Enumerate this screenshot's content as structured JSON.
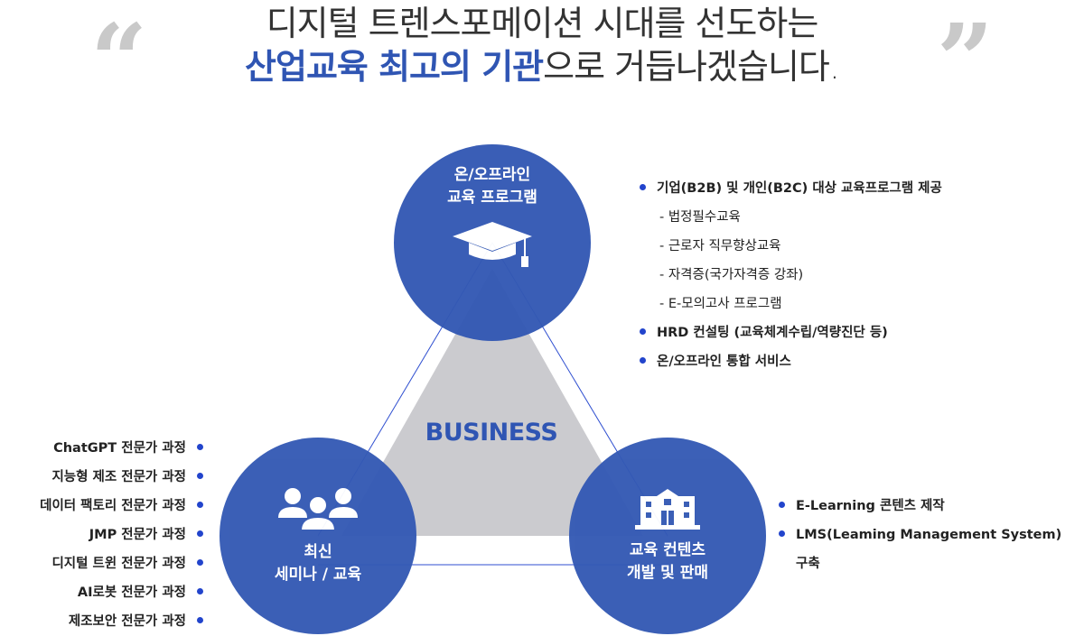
{
  "headline": {
    "line1": "디지털 트렌스포메이션 시대를 선도하는",
    "line2_highlight": "산업교육 최고의 기관",
    "line2_rest": "으로 거듭나겠습니다."
  },
  "quotes": {
    "open": "“",
    "close": "”"
  },
  "diagram": {
    "center_label": "BUSINESS",
    "colors": {
      "circle": "#3459b4",
      "triangle": "#c8c8cc",
      "line": "#2f4fd0",
      "accent_text": "#2f55b3",
      "bullet": "#2244cc"
    },
    "top": {
      "title_line1": "온/오프라인",
      "title_line2": "교육 프로그램",
      "icon": "graduation-cap-icon",
      "items": [
        {
          "text": "기업(B2B) 및 개인(B2C) 대상 교육프로그램 제공",
          "sub": false
        },
        {
          "text": "- 법정필수교육",
          "sub": true
        },
        {
          "text": "- 근로자 직무향상교육",
          "sub": true
        },
        {
          "text": "- 자격증(국가자격증 강좌)",
          "sub": true
        },
        {
          "text": "- E-모의고사 프로그램",
          "sub": true
        },
        {
          "text": "HRD 컨설팅 (교육체계수립/역량진단 등)",
          "sub": false
        },
        {
          "text": "온/오프라인 통합 서비스",
          "sub": false
        }
      ]
    },
    "left": {
      "title_line1": "최신",
      "title_line2": "세미나 / 교육",
      "icon": "people-group-icon",
      "items": [
        "ChatGPT 전문가 과정",
        "지능형 제조 전문가 과정",
        "데이터 팩토리 전문가 과정",
        "JMP 전문가 과정",
        "디지털 트윈 전문가 과정",
        "AI로봇 전문가 과정",
        "제조보안 전문가 과정"
      ]
    },
    "right": {
      "title_line1": "교육 컨텐츠",
      "title_line2": "개발 및 판매",
      "icon": "school-building-icon",
      "items": [
        "E-Learning 콘텐츠 제작",
        "LMS(Leaming Management System)"
      ],
      "item_cont": "구축"
    }
  }
}
